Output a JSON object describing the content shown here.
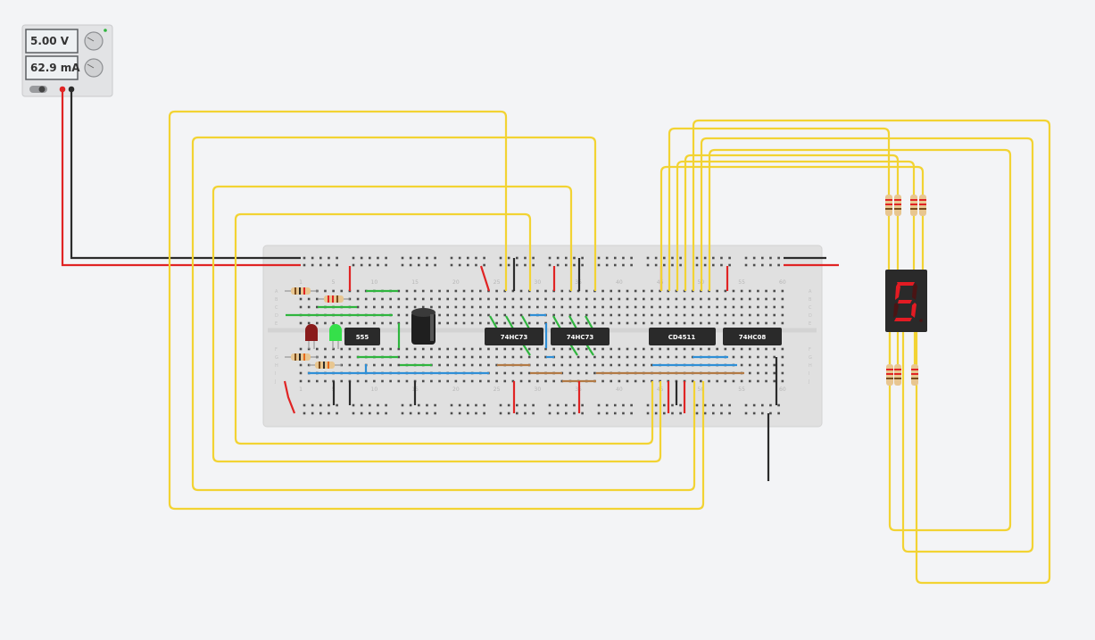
{
  "power_supply": {
    "voltage": "5.00 V",
    "current": "62.9 mA"
  },
  "breadboard": {
    "column_numbers": [
      "1",
      "5",
      "10",
      "15",
      "20",
      "25",
      "30",
      "35",
      "40",
      "45",
      "50",
      "55",
      "60"
    ],
    "row_letters_top": [
      "A",
      "B",
      "C",
      "D",
      "E"
    ],
    "row_letters_bottom": [
      "F",
      "G",
      "H",
      "I",
      "J"
    ]
  },
  "chips": [
    {
      "label": "555"
    },
    {
      "label": "74HC73"
    },
    {
      "label": "74HC73"
    },
    {
      "label": "CD4511"
    },
    {
      "label": "74HC08"
    }
  ],
  "seven_segment_display": {
    "digit": "5",
    "color": "#e31b23"
  },
  "colors": {
    "wire_yellow": "#f2d333",
    "wire_red": "#e02424",
    "wire_black": "#2b2b2b",
    "wire_green": "#2fb53e",
    "wire_blue": "#2f8fd6",
    "wire_brown": "#b27a45"
  }
}
